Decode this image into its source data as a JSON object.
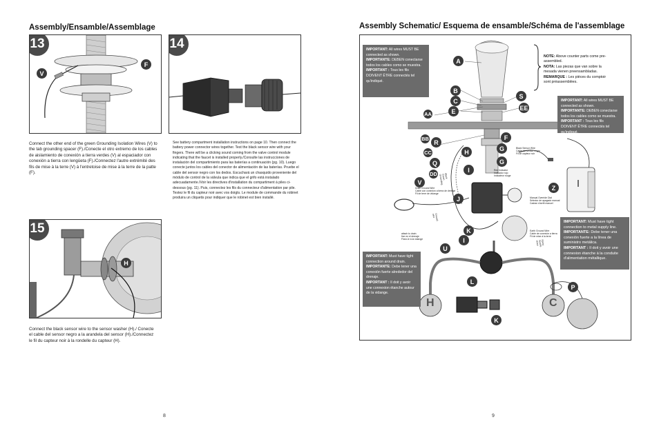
{
  "left_page": {
    "heading": "Assembly/Ensamble/Assemblage",
    "step13": {
      "badge": "13",
      "marker_v": "V",
      "marker_f": "F",
      "text": "Connect the other end of the green Grounding Isolation Wires (V) to the tab grounding spacer (F)./Conecte el otro extremo de los cables de aislamiento de conexión a tierra verdes (V) al espaciador con conexión a tierra con lengüeta (F)./Connectez l'autre extrémité des fils de mise à la terre (V) à l'entretoise de mise à la terre de la patte (F)."
    },
    "step14": {
      "badge": "14",
      "text": "See battery compartment installation instructions on page 10. Then connect the battery power connector wires together. Test the black sensor wire with your fingers. There will be a clicking sound coming from the valve control module indicating that the faucet is installed properly./Consulte las instrucciones de instalación del compartimiento para las baterías a continuación (pg. 10). Luego conecte juntos los cables del conector de alimentación de las baterías. Pruebe el cable del sensor negro con los dedos. Escuchará un chasquido proveniente del módulo de control de la válvula que indica que el grifo está instalado adecuadamente./Voir les directives d'installation du compartiment à piles ci-dessous (pg. 11). Puis, connectez les fils du connecteur d'alimentation par pile. Testez le fil du capteur noir avec vos doigts. Le module de commande du robinet produira un cliquetis pour indiquer que le robinet est bien installé."
    },
    "step15": {
      "badge": "15",
      "marker_h": "H",
      "text": "Connect the black sensor wire to the sensor washer (H)./ Conecte el cable del sensor negro a la arandela del sensor (H)./Connectez le fil du capteur noir à la rondelle du capteur (H)."
    },
    "page_number": "8"
  },
  "right_page": {
    "heading": "Assembly Schematic/ Esquema de ensamble/Schéma de l'assemblage",
    "note_wires_top": {
      "l1_bold": "IMPORTANT:",
      "l1": " All wires MUST BE connected as shown.",
      "l2_bold": "IMPORTANTE:",
      "l2": " DEBEN conectarse todos los cables como se muestra.",
      "l3_bold": "IMPORTANT :",
      "l3": " Tous les fils DOIVENT ÊTRE connectés tel qu'indiqué."
    },
    "note_above_counter": {
      "l1_bold": "NOTE:",
      "l1": " Above counter parts come pre-assembled.",
      "l2_bold": "NOTA:",
      "l2": " Las piezas que van sobre la mesada vienen preensambladas.",
      "l3_bold": "REMARQUE :",
      "l3": " Les pièces du comptoir sont préassemblées."
    },
    "note_wires_right": {
      "l1_bold": "IMPORTANT:",
      "l1": " All wires MUST BE connected as shown.",
      "l2_bold": "IMPORTANTE:",
      "l2": " DEBEN conectarse todos los cables como se muestra.",
      "l3_bold": "IMPORTANT :",
      "l3": " Tous les fils DOIVENT ÊTRE connectés tel qu'indiqué."
    },
    "note_supply": {
      "l1_bold": "IMPORTANT:",
      "l1": " Must have tight connection to metal supply line.",
      "l2_bold": "IMPORTANTE:",
      "l2": " Debe tener una conexión fuerte a la línea de suministro metálica.",
      "l3_bold": "IMPORTANT :",
      "l3": " Il doit y avoir une connexion étanche à la conduite d'alimentation métallique."
    },
    "note_drain": {
      "l1_bold": "IMPORTANT:",
      "l1": " Must have tight connection around drain.",
      "l2_bold": "IMPORTANTE:",
      "l2": " Debe tener una conexión fuerte alrededor del drenaje.",
      "l3_bold": "IMPORTANT :",
      "l3": " Il doit y avoir une connexion étanche autour de la vidange."
    },
    "small_labels": {
      "black_sensor_wire": "Black Sensor Wire\nCable del sensor negro\nFil de capteur noir",
      "red_indicator": "Red Indicator\nIndicador rojo\nIndicateur rouge",
      "drain_ground": "Drain Ground Wire\nCable con conexión a tierra de drenaje\nFil de terre de vidange",
      "manual_override": "Manual Override Dial\nSelector de apagado manual\nCadran d'arrêt manuel",
      "earth_ground": "Earth Ground Wire\nCable de conexión a tierra\nFil de mise à la terre",
      "attach_drain": "attach to drain\nfixe en el drenaje\nFixez-le à la vidange",
      "vertical_1": "Black\nGreen\nGrounding",
      "vertical_2": "Ground\nwire",
      "vertical_3": "Spray\nNozzle\nHose"
    },
    "markers": [
      "A",
      "B",
      "C",
      "E",
      "S",
      "EE",
      "AA",
      "BB",
      "R",
      "CC",
      "Q",
      "DD",
      "F",
      "G",
      "G",
      "H",
      "I",
      "V",
      "J",
      "Z",
      "K",
      "I",
      "U",
      "L",
      "P",
      "K"
    ],
    "hot_label": "H",
    "cold_label": "C",
    "page_number": "9"
  }
}
